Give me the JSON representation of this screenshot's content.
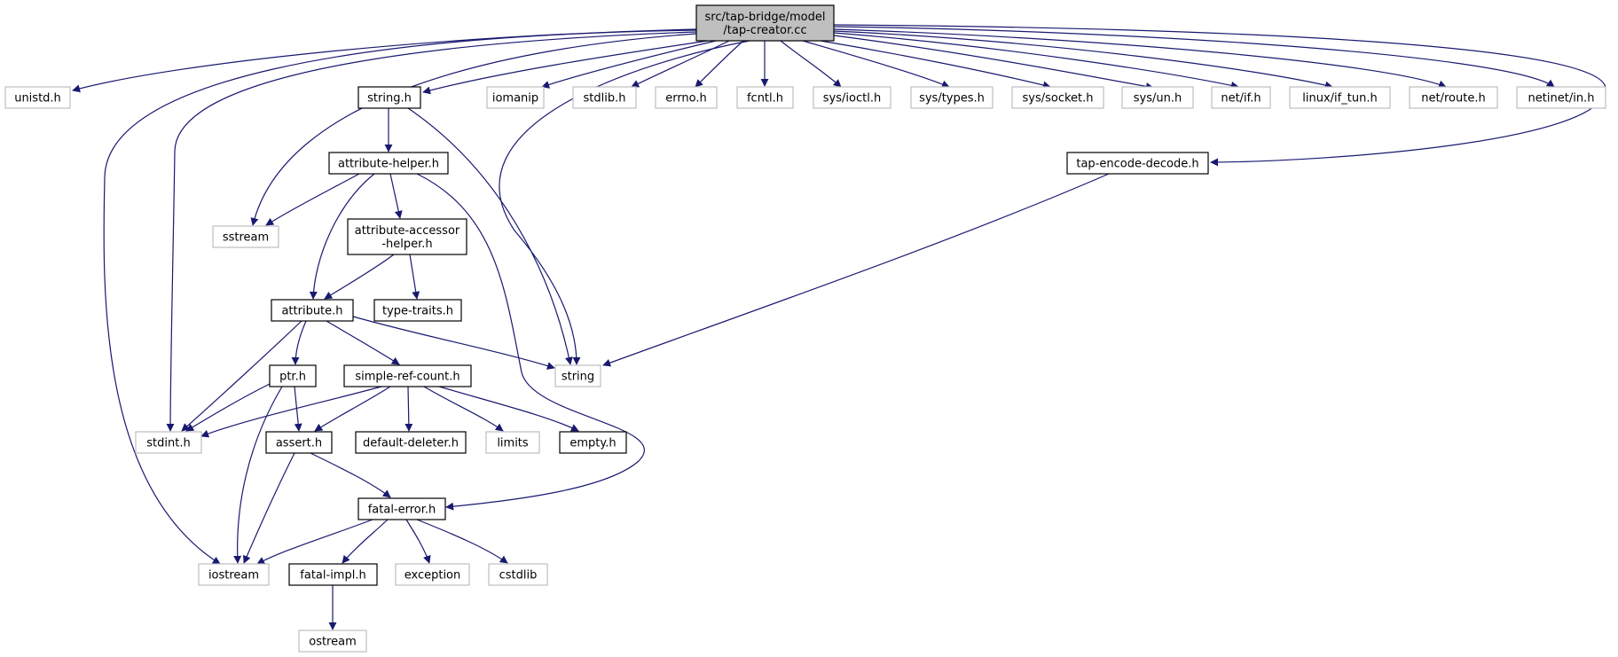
{
  "colors": {
    "edge": "#191970",
    "root_fill": "#bfbfbf",
    "root_border": "#000000",
    "node_fill": "#ffffff",
    "node_border": "#000000",
    "external_border": "#bfbfbf",
    "external_text": "#000000"
  },
  "nodes": [
    {
      "id": "root",
      "lines": [
        "src/tap-bridge/model",
        "/tap-creator.cc"
      ],
      "kind": "root"
    },
    {
      "id": "unistd",
      "lines": [
        "unistd.h"
      ],
      "kind": "external"
    },
    {
      "id": "string_h",
      "lines": [
        "string.h"
      ],
      "kind": "local"
    },
    {
      "id": "iomanip",
      "lines": [
        "iomanip"
      ],
      "kind": "external"
    },
    {
      "id": "stdlib",
      "lines": [
        "stdlib.h"
      ],
      "kind": "external"
    },
    {
      "id": "errno",
      "lines": [
        "errno.h"
      ],
      "kind": "external"
    },
    {
      "id": "fcntl",
      "lines": [
        "fcntl.h"
      ],
      "kind": "external"
    },
    {
      "id": "ioctl",
      "lines": [
        "sys/ioctl.h"
      ],
      "kind": "external"
    },
    {
      "id": "types",
      "lines": [
        "sys/types.h"
      ],
      "kind": "external"
    },
    {
      "id": "socket",
      "lines": [
        "sys/socket.h"
      ],
      "kind": "external"
    },
    {
      "id": "un",
      "lines": [
        "sys/un.h"
      ],
      "kind": "external"
    },
    {
      "id": "netif",
      "lines": [
        "net/if.h"
      ],
      "kind": "external"
    },
    {
      "id": "iftun",
      "lines": [
        "linux/if_tun.h"
      ],
      "kind": "external"
    },
    {
      "id": "route",
      "lines": [
        "net/route.h"
      ],
      "kind": "external"
    },
    {
      "id": "netin",
      "lines": [
        "netinet/in.h"
      ],
      "kind": "external"
    },
    {
      "id": "attrhelper",
      "lines": [
        "attribute-helper.h"
      ],
      "kind": "local"
    },
    {
      "id": "tapenc",
      "lines": [
        "tap-encode-decode.h"
      ],
      "kind": "local"
    },
    {
      "id": "sstream",
      "lines": [
        "sstream"
      ],
      "kind": "external"
    },
    {
      "id": "attracc",
      "lines": [
        "attribute-accessor",
        "-helper.h"
      ],
      "kind": "local"
    },
    {
      "id": "attribute",
      "lines": [
        "attribute.h"
      ],
      "kind": "local"
    },
    {
      "id": "typetraits",
      "lines": [
        "type-traits.h"
      ],
      "kind": "local"
    },
    {
      "id": "string",
      "lines": [
        "string"
      ],
      "kind": "external"
    },
    {
      "id": "ptr",
      "lines": [
        "ptr.h"
      ],
      "kind": "local"
    },
    {
      "id": "srefcount",
      "lines": [
        "simple-ref-count.h"
      ],
      "kind": "local"
    },
    {
      "id": "stdint",
      "lines": [
        "stdint.h"
      ],
      "kind": "external"
    },
    {
      "id": "assert",
      "lines": [
        "assert.h"
      ],
      "kind": "local"
    },
    {
      "id": "deldeleter",
      "lines": [
        "default-deleter.h"
      ],
      "kind": "local"
    },
    {
      "id": "limits",
      "lines": [
        "limits"
      ],
      "kind": "external"
    },
    {
      "id": "empty",
      "lines": [
        "empty.h"
      ],
      "kind": "local"
    },
    {
      "id": "fatalerror",
      "lines": [
        "fatal-error.h"
      ],
      "kind": "local"
    },
    {
      "id": "iostream",
      "lines": [
        "iostream"
      ],
      "kind": "external"
    },
    {
      "id": "fatalimpl",
      "lines": [
        "fatal-impl.h"
      ],
      "kind": "local"
    },
    {
      "id": "exception",
      "lines": [
        "exception"
      ],
      "kind": "external"
    },
    {
      "id": "cstdlib",
      "lines": [
        "cstdlib"
      ],
      "kind": "external"
    },
    {
      "id": "ostream",
      "lines": [
        "ostream"
      ],
      "kind": "external"
    }
  ],
  "edges": [
    [
      "root",
      "unistd"
    ],
    [
      "root",
      "string_h"
    ],
    [
      "root",
      "iomanip"
    ],
    [
      "root",
      "stdlib"
    ],
    [
      "root",
      "errno"
    ],
    [
      "root",
      "fcntl"
    ],
    [
      "root",
      "ioctl"
    ],
    [
      "root",
      "types"
    ],
    [
      "root",
      "socket"
    ],
    [
      "root",
      "un"
    ],
    [
      "root",
      "netif"
    ],
    [
      "root",
      "iftun"
    ],
    [
      "root",
      "route"
    ],
    [
      "root",
      "netin"
    ],
    [
      "root",
      "tapenc"
    ],
    [
      "root",
      "sstream"
    ],
    [
      "root",
      "stdint"
    ],
    [
      "root",
      "iostream"
    ],
    [
      "root",
      "string"
    ],
    [
      "string_h",
      "attrhelper"
    ],
    [
      "string_h",
      "string"
    ],
    [
      "attrhelper",
      "sstream"
    ],
    [
      "attrhelper",
      "attracc"
    ],
    [
      "attrhelper",
      "attribute"
    ],
    [
      "attrhelper",
      "fatalerror"
    ],
    [
      "tapenc",
      "string"
    ],
    [
      "attracc",
      "attribute"
    ],
    [
      "attracc",
      "typetraits"
    ],
    [
      "attribute",
      "string"
    ],
    [
      "attribute",
      "ptr"
    ],
    [
      "attribute",
      "srefcount"
    ],
    [
      "attribute",
      "stdint"
    ],
    [
      "ptr",
      "stdint"
    ],
    [
      "ptr",
      "assert"
    ],
    [
      "ptr",
      "iostream"
    ],
    [
      "srefcount",
      "stdint"
    ],
    [
      "srefcount",
      "assert"
    ],
    [
      "srefcount",
      "deldeleter"
    ],
    [
      "srefcount",
      "limits"
    ],
    [
      "srefcount",
      "empty"
    ],
    [
      "assert",
      "fatalerror"
    ],
    [
      "assert",
      "iostream"
    ],
    [
      "fatalerror",
      "iostream"
    ],
    [
      "fatalerror",
      "fatalimpl"
    ],
    [
      "fatalerror",
      "exception"
    ],
    [
      "fatalerror",
      "cstdlib"
    ],
    [
      "fatalimpl",
      "ostream"
    ]
  ]
}
